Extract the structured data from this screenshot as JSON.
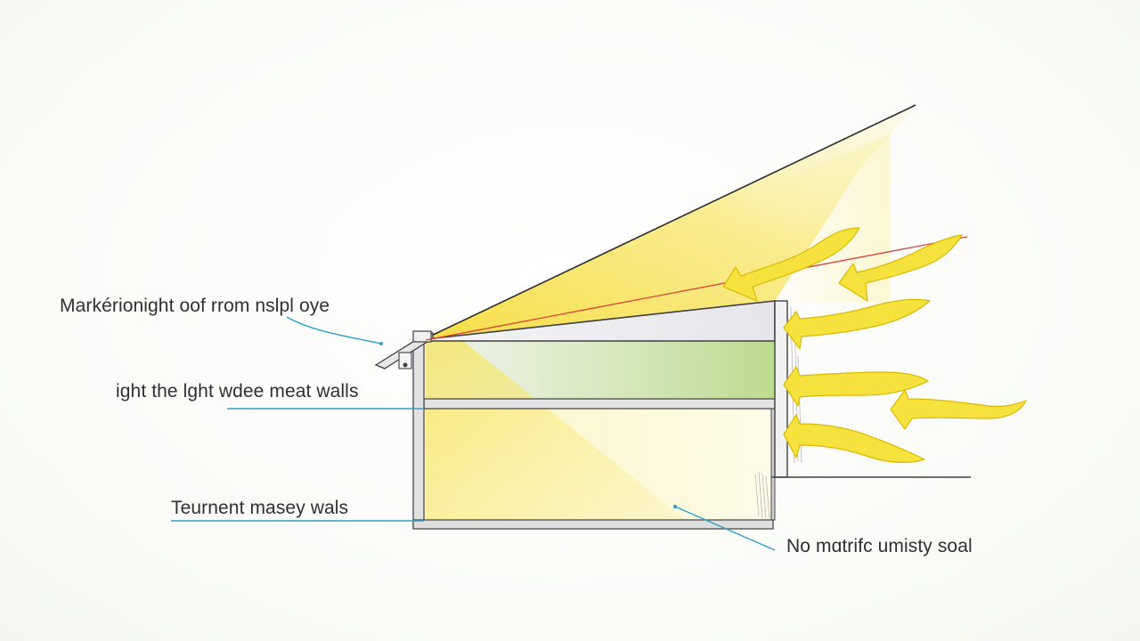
{
  "labels": {
    "top": "Markérionight oof rrom nslpl oye",
    "middle": "ight the lght wdee meat walls",
    "lower": "Teurnent masey wals",
    "right": "No mɑtrifc umisty soal"
  },
  "colors": {
    "sunlight": "#f7e04a",
    "arrow_fill": "#f5e23c",
    "arrow_stroke": "#d9b900",
    "leader_line": "#2f9ec6",
    "red_ray": "#d9423a",
    "green_glow": "#b9d98a",
    "outline": "#4a4a4e",
    "wall": "#dcdcdc"
  },
  "icons": [
    "wavy-heat-arrow",
    "sun-ray"
  ]
}
